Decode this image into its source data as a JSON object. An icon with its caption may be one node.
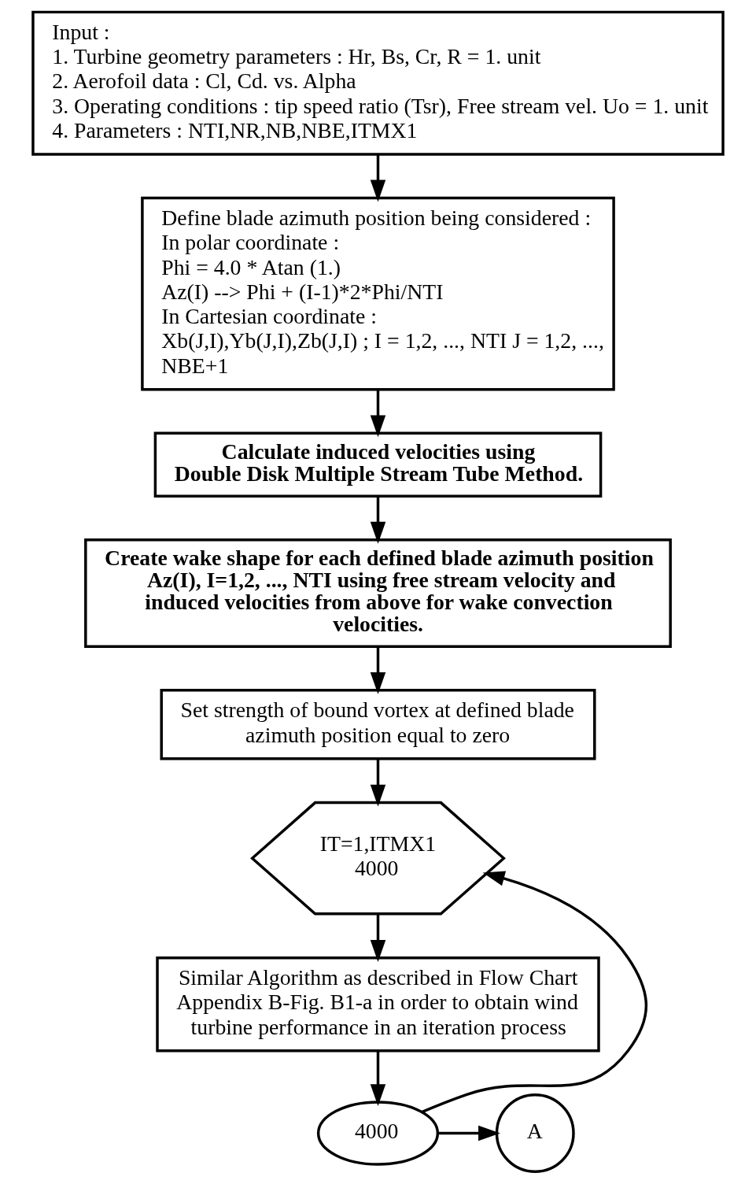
{
  "diagram": {
    "nodes": [
      {
        "text": [
          "Input :",
          "1. Turbine geometry parameters : Hr, Bs, Cr, R = 1. unit",
          "2. Aerofoil data : Cl, Cd. vs. Alpha",
          "3. Operating conditions : tip speed ratio (Tsr), Free stream vel. Uo = 1. unit",
          "4. Parameters : NTI,NR,NB,NBE,ITMX1"
        ]
      },
      {
        "text": [
          "Define blade azimuth position being considered :",
          "In polar coordinate :",
          "Phi = 4.0 * Atan (1.)",
          "Az(I) --> Phi + (I-1)*2*Phi/NTI",
          "In Cartesian coordinate :",
          "Xb(J,I),Yb(J,I),Zb(J,I) ; I = 1,2, ..., NTI J = 1,2, ..., NBE+1"
        ]
      },
      {
        "text": [
          "Calculate induced velocities using Double Disk Multiple Stream Tube Method."
        ]
      },
      {
        "text": [
          "Create wake shape for each defined blade azimuth position Az(I), I=1,2, ..., NTI using free stream velocity and induced velocities from above for wake convection velocities."
        ]
      },
      {
        "text": [
          "Set strength of bound vortex at defined blade azimuth position equal to zero"
        ]
      },
      {
        "text": [
          "IT=1,ITMX1",
          "4000"
        ]
      },
      {
        "text": [
          "Similar Algorithm as described in Flow Chart Appendix B-Fig. B1-a in order to obtain wind turbine performance in an iteration process"
        ]
      },
      {
        "text": [
          "4000"
        ]
      },
      {
        "text": [
          "A"
        ]
      }
    ],
    "edges": [
      {
        "from": 0,
        "to": 1,
        "arrow": "to"
      },
      {
        "from": 1,
        "to": 2,
        "arrow": "to"
      },
      {
        "from": 2,
        "to": 3,
        "arrow": "to"
      },
      {
        "from": 3,
        "to": 4,
        "arrow": "to"
      },
      {
        "from": 4,
        "to": 5,
        "arrow": "to"
      },
      {
        "from": 5,
        "to": 6,
        "arrow": "to"
      },
      {
        "from": 6,
        "to": 7,
        "arrow": "to"
      },
      {
        "from": 7,
        "to": 5,
        "arrow": "to"
      },
      {
        "from": 7,
        "to": 8,
        "arrow": "to"
      }
    ]
  }
}
